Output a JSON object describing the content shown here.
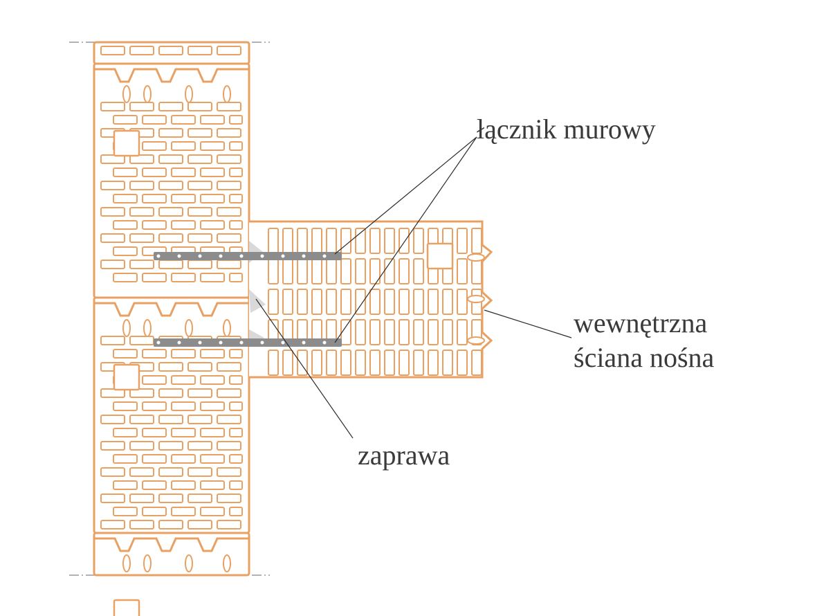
{
  "labels": {
    "connector": "łącznik murowy",
    "inner_wall_line1": "wewnętrzna",
    "inner_wall_line2": "ściana nośna",
    "mortar": "zaprawa"
  },
  "colors": {
    "block_outline": "#E8A063",
    "connector": "#8C8C8C",
    "mortar": "#D9D9D9",
    "leader_line": "#2B2B2B",
    "axis_line": "#999999",
    "text": "#3A3A3A",
    "background": "#FFFFFF"
  }
}
